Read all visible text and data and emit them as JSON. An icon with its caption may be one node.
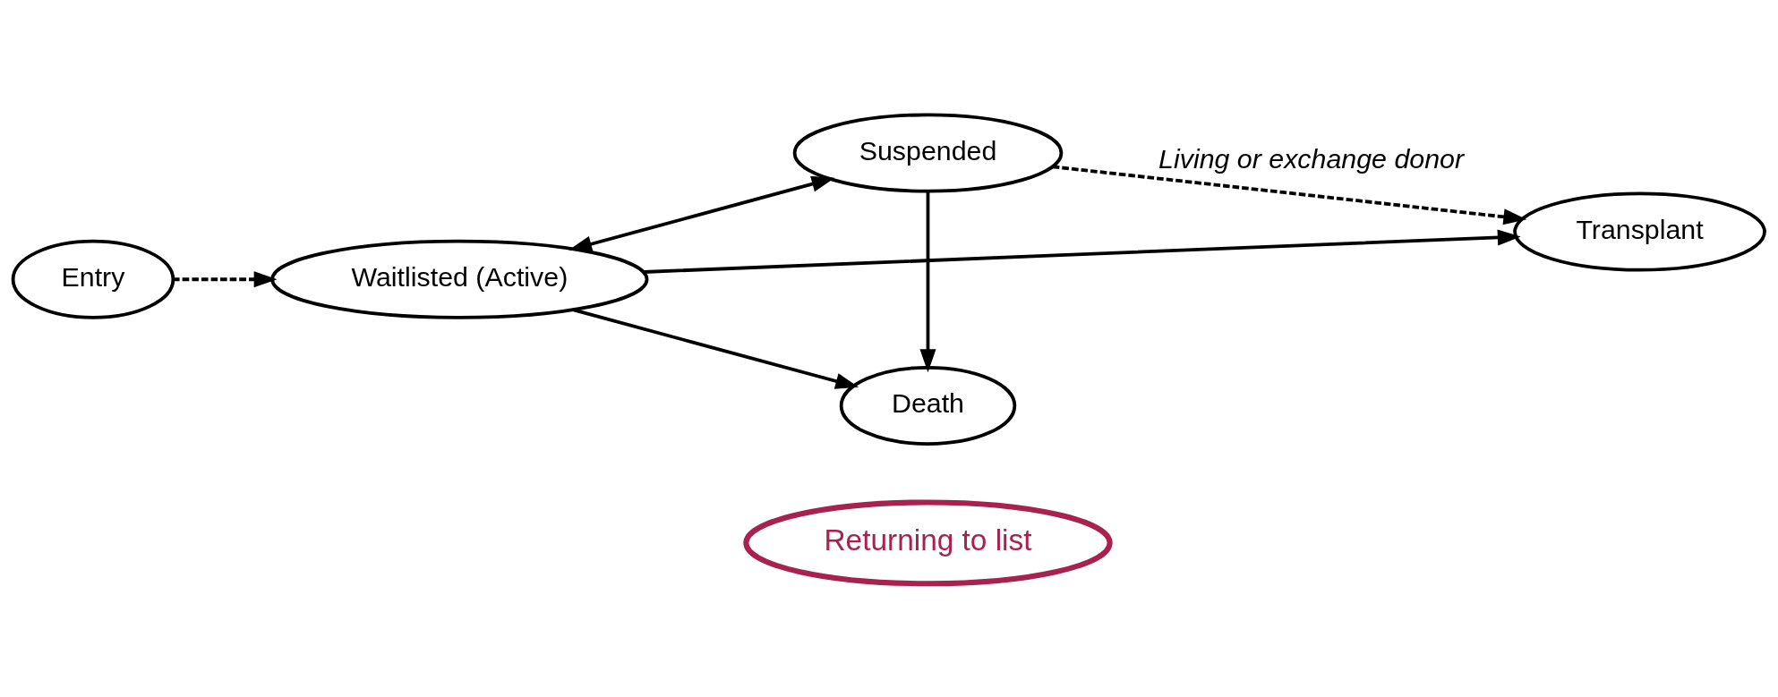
{
  "diagram": {
    "nodes": [
      {
        "text": [
          "Returning to list"
        ]
      },
      {
        "text": [
          "Suspended"
        ]
      },
      {
        "text": [
          "Entry"
        ]
      },
      {
        "text": [
          "Waitlisted (Active)"
        ]
      },
      {
        "text": [
          "Transplant"
        ]
      },
      {
        "text": [
          "Death"
        ]
      }
    ],
    "edges": [
      {
        "from": 2,
        "to": 3,
        "arrow": "to",
        "style": "dashed"
      },
      {
        "from": 3,
        "to": 1,
        "arrow": "both"
      },
      {
        "from": 1,
        "to": 5,
        "arrow": "to"
      },
      {
        "from": 3,
        "to": 5,
        "arrow": "to"
      },
      {
        "from": 1,
        "to": 4,
        "arrow": "to",
        "style": "dashed",
        "label": "Living or exchange donor"
      },
      {
        "from": 3,
        "to": 4,
        "arrow": "to"
      }
    ]
  }
}
